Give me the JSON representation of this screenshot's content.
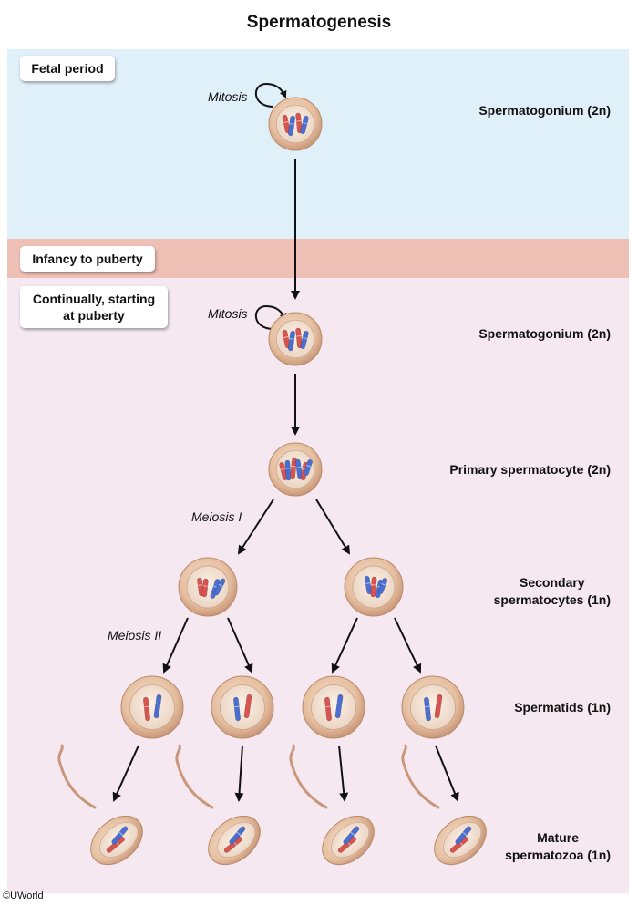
{
  "title": "Spermatogenesis",
  "periods": {
    "fetal": "Fetal period",
    "infancy": "Infancy to puberty",
    "puberty": "Continually, starting at puberty"
  },
  "processes": {
    "mitosis_1": "Mitosis",
    "mitosis_2": "Mitosis",
    "meiosis_1": "Meiosis I",
    "meiosis_2": "Meiosis II"
  },
  "stages": {
    "spermatogonium_fetal": {
      "name": "Spermatogonium",
      "ploidy": "(2n)"
    },
    "spermatogonium_puberty": {
      "name": "Spermatogonium",
      "ploidy": "(2n)"
    },
    "primary": {
      "name": "Primary spermatocyte",
      "ploidy": "(2n)"
    },
    "secondary": {
      "line1": "Secondary",
      "line2": "spermatocytes",
      "ploidy": "(1n)"
    },
    "spermatids": {
      "name": "Spermatids",
      "ploidy": "(1n)"
    },
    "spermatozoa": {
      "line1": "Mature",
      "line2": "spermatozoa",
      "ploidy": "(1n)"
    }
  },
  "credit": "©UWorld",
  "colors": {
    "fetal_band": "#e0f0f9",
    "infancy_band": "#efc0b6",
    "puberty_band": "#f5e8f1",
    "cell_fill": "#e6bfa0",
    "chromosome_red": "#d9534f",
    "chromosome_blue": "#4a6fd1"
  }
}
